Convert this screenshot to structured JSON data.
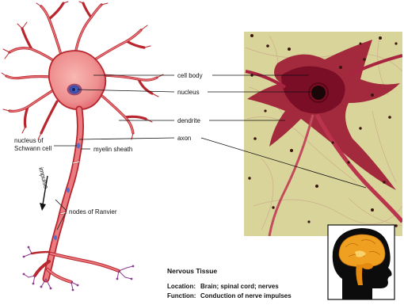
{
  "labels": {
    "cell_body": "cell body",
    "nucleus": "nucleus",
    "dendrite": "dendrite",
    "axon": "axon",
    "schwann_line1": "nucleus of",
    "schwann_line2": "Schwann cell",
    "myelin_sheath": "myelin sheath",
    "impulse": "impulse",
    "nodes_of_ranvier": "nodes of Ranvier"
  },
  "caption": {
    "title": "Nervous Tissue",
    "location_key": "Location:",
    "location_value": "Brain; spinal cord; nerves",
    "function_key": "Function:",
    "function_value": "Conduction of nerve impulses"
  },
  "colors": {
    "neuron_fill": "#e8757a",
    "neuron_stroke": "#b8262e",
    "micrograph_bg": "#d9d49a",
    "micrograph_cell": "#9c1732",
    "nucleus_dark": "#1a0508",
    "brain_orange": "#f0a020"
  },
  "icons": {
    "brain": "head-with-brain-icon"
  }
}
